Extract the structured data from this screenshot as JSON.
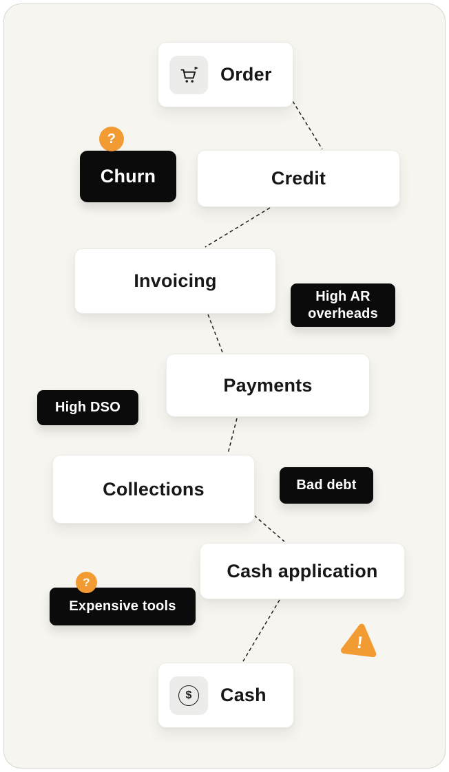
{
  "nodes": {
    "order": {
      "label": "Order"
    },
    "credit": {
      "label": "Credit"
    },
    "invoicing": {
      "label": "Invoicing"
    },
    "payments": {
      "label": "Payments"
    },
    "collections": {
      "label": "Collections"
    },
    "cash_application": {
      "label": "Cash application"
    },
    "cash": {
      "label": "Cash"
    }
  },
  "pain_labels": {
    "churn": {
      "label": "Churn"
    },
    "high_ar_overheads": {
      "line1": "High AR",
      "line2": "overheads"
    },
    "high_dso": {
      "label": "High DSO"
    },
    "bad_debt": {
      "label": "Bad debt"
    },
    "expensive_tools": {
      "label": "Expensive tools"
    }
  },
  "badges": {
    "question": "?",
    "warning": "!"
  },
  "icons": {
    "dollar": "$"
  },
  "colors": {
    "canvas_bg": "#F7F5F0",
    "node_bg": "#FFFFFF",
    "label_bg": "#0B0B0B",
    "accent_orange": "#F39B33",
    "text_dark": "#171717"
  }
}
